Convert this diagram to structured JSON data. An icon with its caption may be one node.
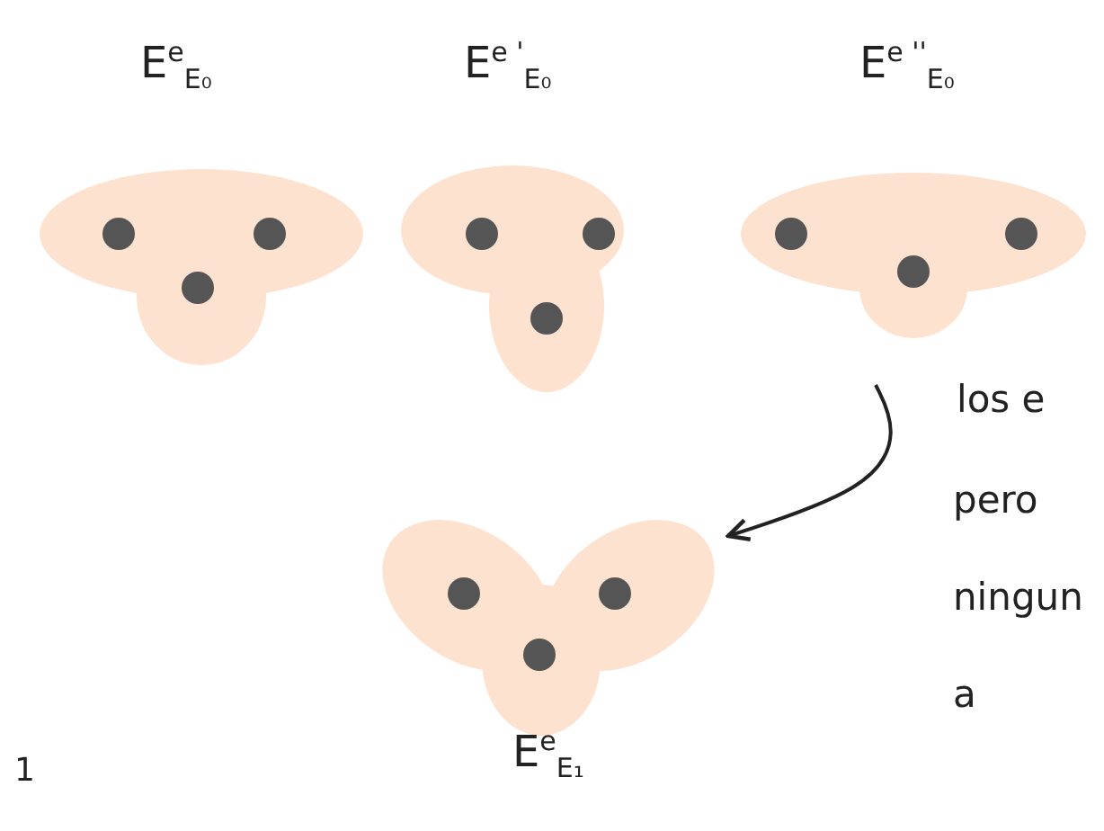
{
  "diagram": {
    "nodes": [
      {
        "text": [
          "E$^{e}$$_{E₀}$"
        ]
      },
      {
        "text": [
          "E$^{e '}$$_{E₀}$"
        ]
      },
      {
        "text": [
          "E$^{e ''}$$_{E₀}$"
        ]
      },
      {
        "text": [
          "E$^{e}$$_{E₁}$"
        ]
      }
    ],
    "edges": [
      {
        "from": null,
        "to": 3,
        "arrow": "to"
      }
    ],
    "labels": [
      "los e",
      "pero",
      "ningun",
      "a",
      "1"
    ]
  }
}
